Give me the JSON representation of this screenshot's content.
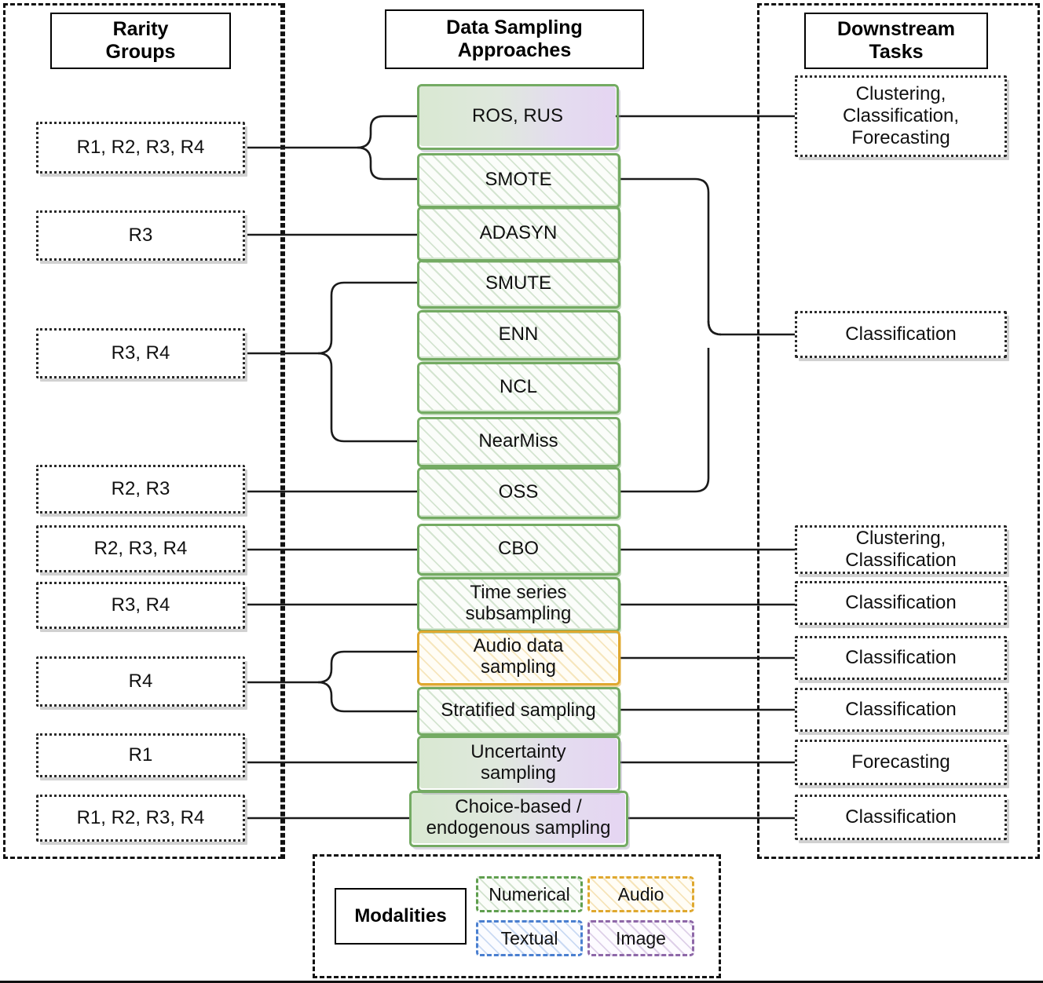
{
  "columns": {
    "rarity": {
      "title": "Rarity\nGroups",
      "title_line1": "Rarity",
      "title_line2": "Groups"
    },
    "approaches": {
      "title_line1": "Data Sampling",
      "title_line2": "Approaches"
    },
    "tasks": {
      "title_line1": "Downstream",
      "title_line2": "Tasks"
    }
  },
  "rarity_groups": [
    {
      "id": "rg-1",
      "label": "R1, R2, R3, R4"
    },
    {
      "id": "rg-2",
      "label": "R3"
    },
    {
      "id": "rg-3",
      "label": "R3, R4"
    },
    {
      "id": "rg-4",
      "label": "R2, R3"
    },
    {
      "id": "rg-5",
      "label": "R2, R3, R4"
    },
    {
      "id": "rg-6",
      "label": "R3, R4"
    },
    {
      "id": "rg-7",
      "label": "R4"
    },
    {
      "id": "rg-8",
      "label": "R1"
    },
    {
      "id": "rg-9",
      "label": "R1, R2, R3, R4"
    }
  ],
  "sampling_approaches": [
    {
      "id": "sa-ros-rus",
      "label": "ROS, RUS",
      "modality": "numerical-image"
    },
    {
      "id": "sa-smote",
      "label": "SMOTE",
      "modality": "numerical"
    },
    {
      "id": "sa-adasyn",
      "label": "ADASYN",
      "modality": "numerical"
    },
    {
      "id": "sa-smute",
      "label": "SMUTE",
      "modality": "numerical"
    },
    {
      "id": "sa-enn",
      "label": "ENN",
      "modality": "numerical"
    },
    {
      "id": "sa-ncl",
      "label": "NCL",
      "modality": "numerical"
    },
    {
      "id": "sa-nearmiss",
      "label": "NearMiss",
      "modality": "numerical"
    },
    {
      "id": "sa-oss",
      "label": "OSS",
      "modality": "numerical"
    },
    {
      "id": "sa-cbo",
      "label": "CBO",
      "modality": "numerical"
    },
    {
      "id": "sa-tss",
      "label": "Time series\nsubsampling",
      "modality": "numerical"
    },
    {
      "id": "sa-audio",
      "label": "Audio data\nsampling",
      "modality": "audio"
    },
    {
      "id": "sa-strat",
      "label": "Stratified sampling",
      "modality": "numerical"
    },
    {
      "id": "sa-uncert",
      "label": "Uncertainty\nsampling",
      "modality": "numerical-image"
    },
    {
      "id": "sa-choice",
      "label": "Choice-based /\nendogenous sampling",
      "modality": "numerical-image"
    }
  ],
  "downstream_tasks": [
    {
      "id": "dt-1",
      "label": "Clustering,\nClassification,\nForecasting"
    },
    {
      "id": "dt-2",
      "label": "Classification"
    },
    {
      "id": "dt-3",
      "label": "Clustering,\nClassification"
    },
    {
      "id": "dt-4",
      "label": "Classification"
    },
    {
      "id": "dt-5",
      "label": "Classification"
    },
    {
      "id": "dt-6",
      "label": "Classification"
    },
    {
      "id": "dt-7",
      "label": "Forecasting"
    },
    {
      "id": "dt-8",
      "label": "Classification"
    }
  ],
  "legend": {
    "title": "Modalities",
    "items": [
      {
        "id": "lg-numerical",
        "label": "Numerical",
        "color": "#5f9e4e"
      },
      {
        "id": "lg-audio",
        "label": "Audio",
        "color": "#dfa82f"
      },
      {
        "id": "lg-textual",
        "label": "Textual",
        "color": "#4a7fd0"
      },
      {
        "id": "lg-image",
        "label": "Image",
        "color": "#8e68a8"
      }
    ]
  },
  "colors": {
    "numerical": "#74ab63",
    "audio": "#dfa82f",
    "textual": "#4a7fd0",
    "image": "#8e68a8",
    "line": "#1b1b1b",
    "border": "#111111"
  }
}
